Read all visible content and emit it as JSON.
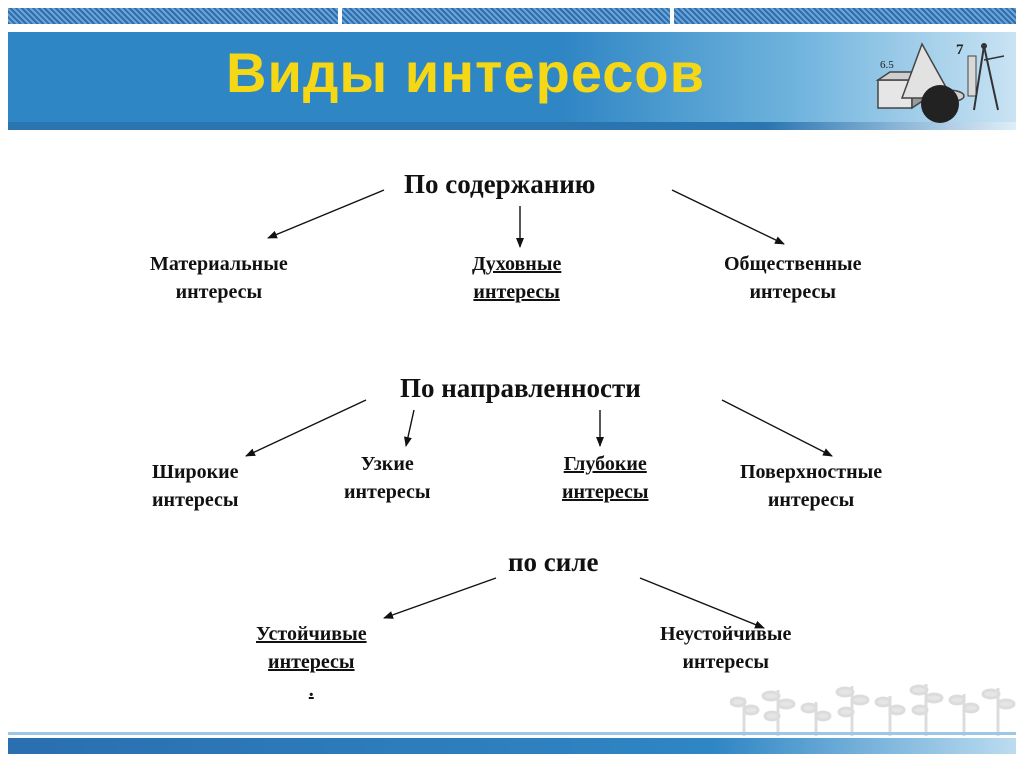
{
  "slide": {
    "title": "Виды интересов"
  },
  "groups": [
    {
      "heading": "По содержанию",
      "items": [
        {
          "line1": "Материальные",
          "line2": "интересы"
        },
        {
          "line1": "Духовные",
          "line2": "интересы"
        },
        {
          "line1": "Общественные",
          "line2": "интересы"
        }
      ]
    },
    {
      "heading": "По направленности",
      "items": [
        {
          "line1": "Широкие",
          "line2": "интересы"
        },
        {
          "line1": "Узкие",
          "line2": "интересы"
        },
        {
          "line1": "Глубокие",
          "line2": "интересы"
        },
        {
          "line1": "Поверхностные",
          "line2": "интересы"
        }
      ]
    },
    {
      "heading": "по силе",
      "items": [
        {
          "line1": "Устойчивые",
          "line2": "интересы",
          "line3": "."
        },
        {
          "line1": "Неустойчивые",
          "line2": "интересы"
        }
      ]
    }
  ],
  "decor": {
    "geometry_label_top": "7",
    "geometry_label_side": "6.5"
  },
  "colors": {
    "banner": "#2f86c4",
    "title": "#f5d716",
    "text": "#111111"
  }
}
